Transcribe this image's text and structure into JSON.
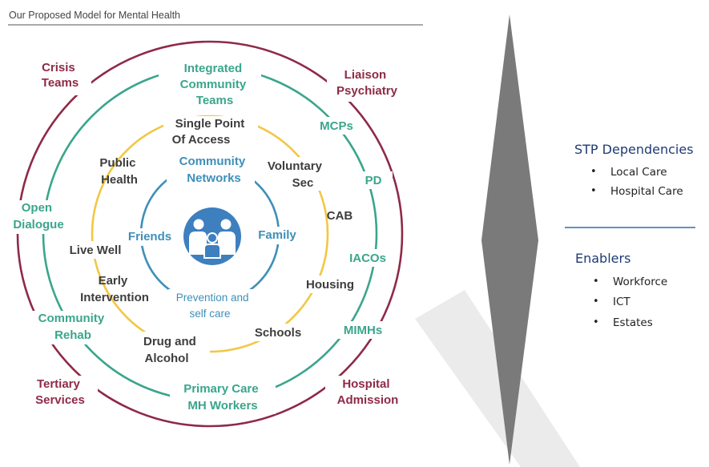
{
  "header": {
    "title": "Our Proposed Model for Mental Health"
  },
  "rings": {
    "outer": {
      "crisis": [
        "Crisis",
        "Teams"
      ],
      "liaison": [
        "Liaison",
        "Psychiatry"
      ],
      "tertiary": [
        "Tertiary",
        "Services"
      ],
      "hospital": [
        "Hospital",
        "Admission"
      ]
    },
    "second": {
      "integrated": [
        "Integrated",
        "Community",
        "Teams"
      ],
      "mcps": "MCPs",
      "pd": "PD",
      "open_dialogue": [
        "Open",
        "Dialogue"
      ],
      "iacos": "IACOs",
      "community_rehab": [
        "Community",
        "Rehab"
      ],
      "mimhs": "MIMHs",
      "primary_care": [
        "Primary Care",
        "MH Workers"
      ]
    },
    "third": {
      "spoa": [
        "Single Point",
        "Of Access"
      ],
      "public_health": [
        "Public",
        "Health"
      ],
      "voluntary": [
        "Voluntary",
        "Sec"
      ],
      "cab": "CAB",
      "live_well": "Live Well",
      "early": [
        "Early",
        "Intervention"
      ],
      "housing": "Housing",
      "schools": "Schools",
      "drug": [
        "Drug and",
        "Alcohol"
      ]
    },
    "inner": {
      "community_networks": [
        "Community",
        "Networks"
      ],
      "friends": "Friends",
      "family": "Family",
      "prevention": [
        "Prevention and",
        "self care"
      ]
    }
  },
  "sidebar": {
    "stp": {
      "heading": "STP Dependencies",
      "items": [
        "Local Care",
        "Hospital Care"
      ]
    },
    "enablers": {
      "heading": "Enablers",
      "items": [
        "Workforce",
        "ICT",
        "Estates"
      ]
    }
  },
  "colors": {
    "outer_ring": "#8e2a47",
    "second_ring": "#3aa58c",
    "third_ring": "#f2c744",
    "inner_ring": "#3f8fb8",
    "family_icon": "#3d7fbf",
    "divider": "#2b6fb2"
  },
  "icons": {
    "center": "family-icon"
  }
}
